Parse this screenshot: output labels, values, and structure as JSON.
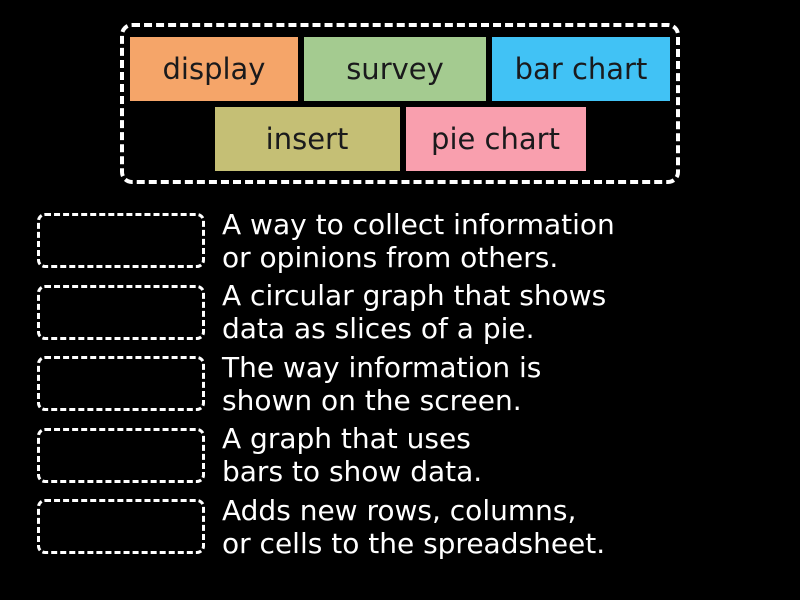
{
  "page": {
    "background": "#000000",
    "text_color": "#ffffff",
    "border_color": "#ffffff"
  },
  "word_bank": {
    "tile_text_color": "#1a1a1c",
    "tiles": [
      {
        "label": "display",
        "color": "#f5a569"
      },
      {
        "label": "survey",
        "color": "#a4cb90"
      },
      {
        "label": "bar chart",
        "color": "#41c2f5"
      },
      {
        "label": "insert",
        "color": "#c5bf75"
      },
      {
        "label": "pie chart",
        "color": "#f99fae"
      }
    ]
  },
  "match_rows": [
    {
      "definition_line1": "A way to collect information",
      "definition_line2": "or opinions from others."
    },
    {
      "definition_line1": "A circular graph that shows",
      "definition_line2": "data as slices of a pie."
    },
    {
      "definition_line1": "The way information is",
      "definition_line2": "shown on the screen."
    },
    {
      "definition_line1": "A graph that uses",
      "definition_line2": "bars to show data."
    },
    {
      "definition_line1": "Adds new rows, columns,",
      "definition_line2": "or cells to the spreadsheet."
    }
  ]
}
